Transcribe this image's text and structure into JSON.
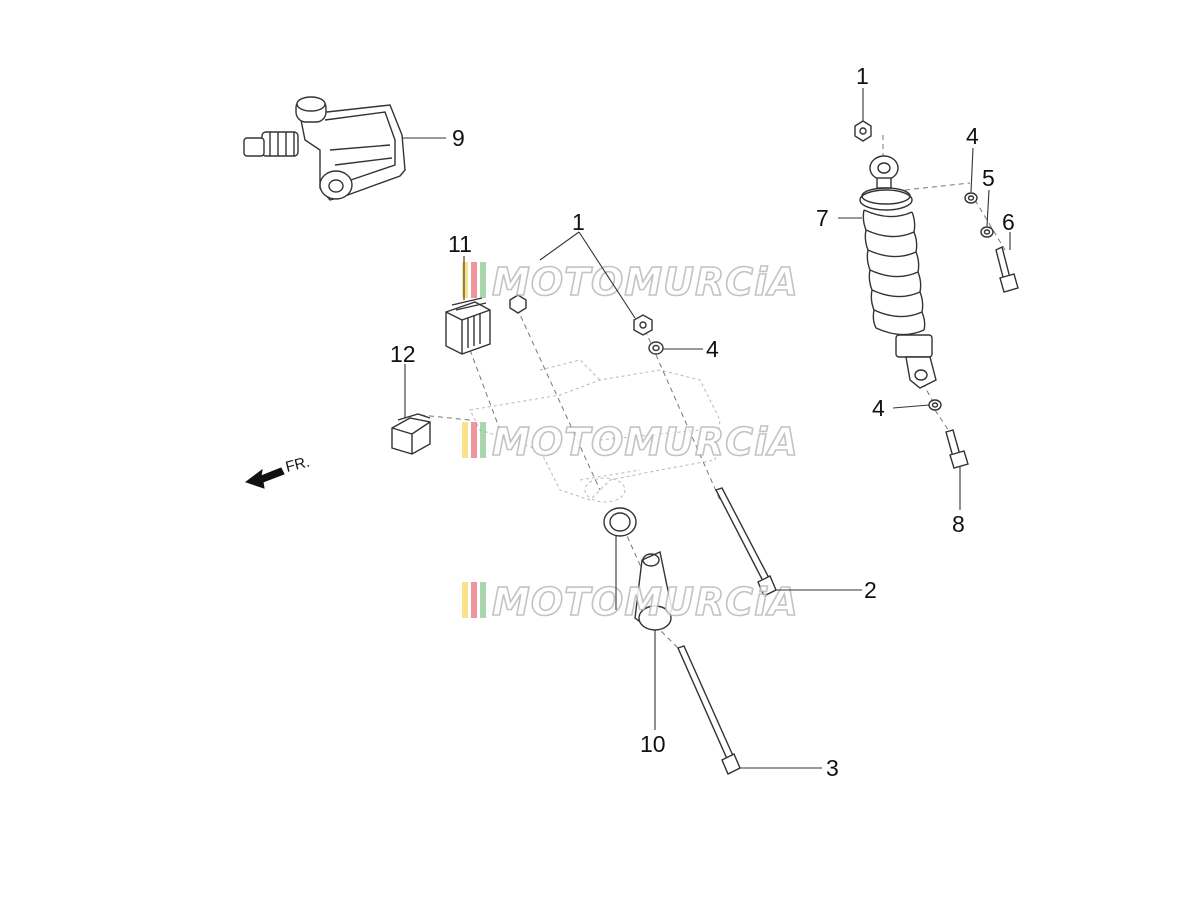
{
  "watermark": {
    "text": "MOTOMURCiA",
    "stripe_colors": [
      "#f2c200",
      "#d8202a",
      "#4aa84a"
    ]
  },
  "direction_label": "FR.",
  "callouts": {
    "n1_top": "1",
    "n1_mid": "1",
    "n2": "2",
    "n3": "3",
    "n4_a": "4",
    "n4_b": "4",
    "n4_c": "4",
    "n5": "5",
    "n6": "6",
    "n7": "7",
    "n8": "8",
    "n9": "9",
    "n10": "10",
    "n11": "11",
    "n12": "12"
  }
}
